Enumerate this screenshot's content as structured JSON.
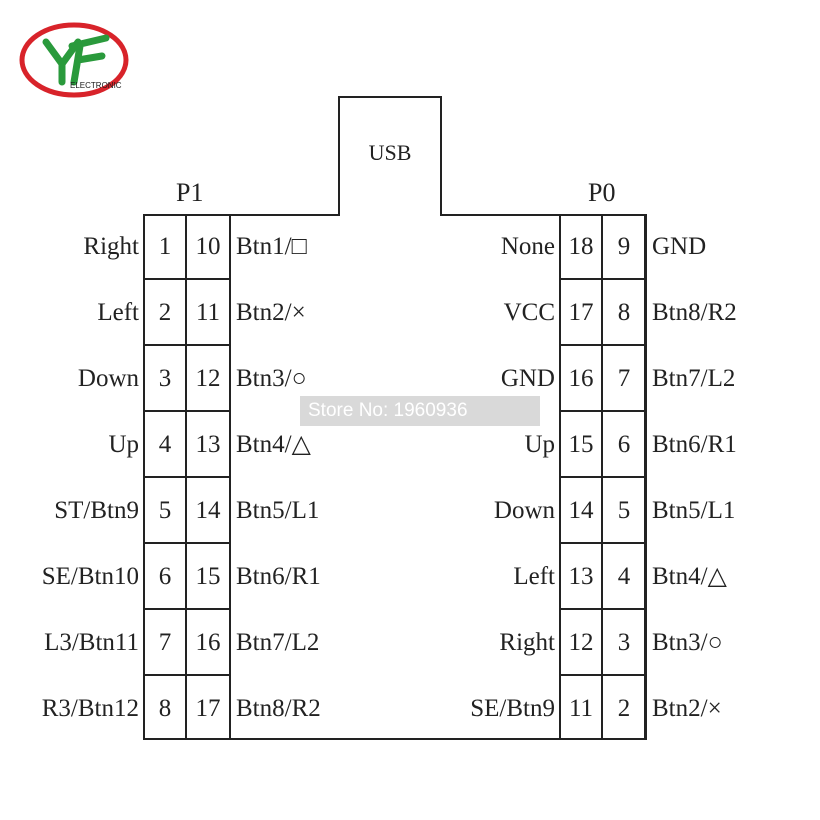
{
  "logo": {
    "text": "ELECTRONIC",
    "colors": {
      "ring": "#d8232a",
      "mark": "#2a9a3c"
    }
  },
  "store_note": "Store No: 1960936",
  "usb": {
    "label": "USB"
  },
  "p1": {
    "title": "P1",
    "pins": [
      {
        "left_label": "Right",
        "a": "1",
        "b": "10",
        "right_label": "Btn1/□"
      },
      {
        "left_label": "Left",
        "a": "2",
        "b": "11",
        "right_label": "Btn2/×"
      },
      {
        "left_label": "Down",
        "a": "3",
        "b": "12",
        "right_label": "Btn3/○"
      },
      {
        "left_label": "Up",
        "a": "4",
        "b": "13",
        "right_label": "Btn4/△"
      },
      {
        "left_label": "ST/Btn9",
        "a": "5",
        "b": "14",
        "right_label": "Btn5/L1"
      },
      {
        "left_label": "SE/Btn10",
        "a": "6",
        "b": "15",
        "right_label": "Btn6/R1"
      },
      {
        "left_label": "L3/Btn11",
        "a": "7",
        "b": "16",
        "right_label": "Btn7/L2"
      },
      {
        "left_label": "R3/Btn12",
        "a": "8",
        "b": "17",
        "right_label": "Btn8/R2"
      }
    ]
  },
  "p0": {
    "title": "P0",
    "pins": [
      {
        "left_label": "None",
        "a": "18",
        "b": "9",
        "right_label": "GND"
      },
      {
        "left_label": "VCC",
        "a": "17",
        "b": "8",
        "right_label": "Btn8/R2"
      },
      {
        "left_label": "GND",
        "a": "16",
        "b": "7",
        "right_label": "Btn7/L2"
      },
      {
        "left_label": "Up",
        "a": "15",
        "b": "6",
        "right_label": "Btn6/R1"
      },
      {
        "left_label": "Down",
        "a": "14",
        "b": "5",
        "right_label": "Btn5/L1"
      },
      {
        "left_label": "Left",
        "a": "13",
        "b": "4",
        "right_label": "Btn4/△"
      },
      {
        "left_label": "Right",
        "a": "12",
        "b": "3",
        "right_label": "Btn3/○"
      },
      {
        "left_label": "SE/Btn9",
        "a": "11",
        "b": "2",
        "right_label": "Btn2/×"
      }
    ]
  }
}
